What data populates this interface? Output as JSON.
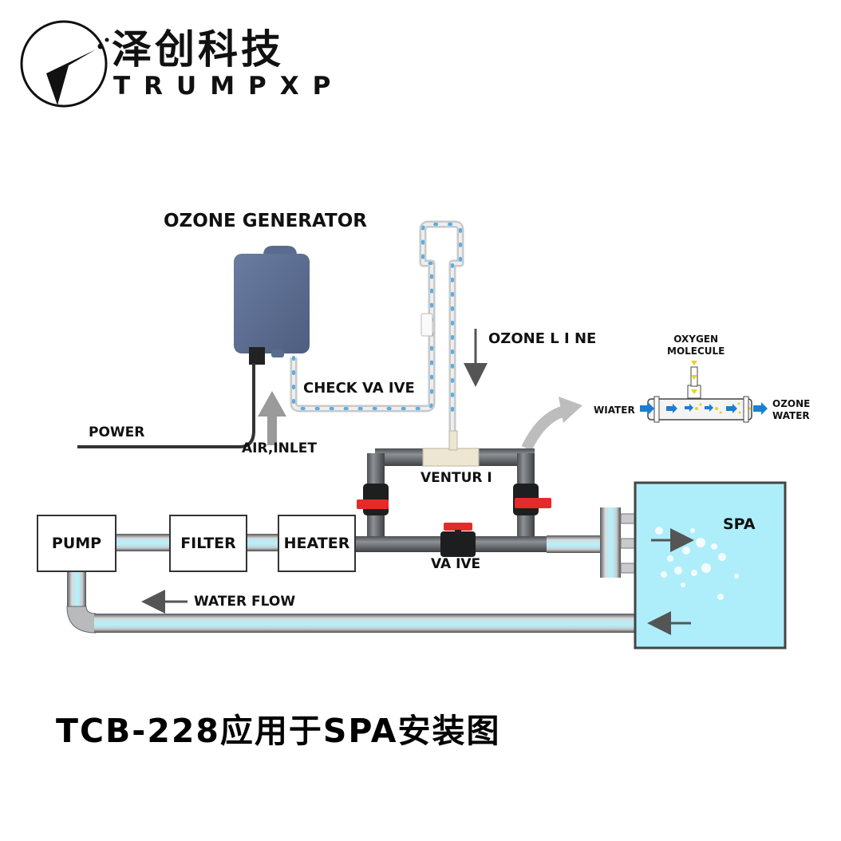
{
  "brand": {
    "name_cn": "泽创科技",
    "name_en": "TRUMPXP",
    "logo_icon": "compass-needle-circle-icon"
  },
  "diagram": {
    "title": "OZONE GENERATOR",
    "labels": {
      "ozone_line": "OZONE L I NE",
      "check_valve": "CHECK VA IVE",
      "power": "POWER",
      "air_inlet": "AIR,INLET",
      "venturi": "VENTUR I",
      "valve": "VA IVE",
      "water_flow": "WATER FLOW",
      "spa": "SPA"
    },
    "components": {
      "pump": "PUMP",
      "filter": "FILTER",
      "heater": "HEATER"
    },
    "venturi_detail": {
      "oxygen_label": "OXYGEN MOLECULE",
      "oxygen_line1": "OXYGEN",
      "oxygen_line2": "MOLECULE",
      "water_in": "WIATER",
      "ozone_out_line1": "OZONE",
      "ozone_out_line2": "WATER"
    },
    "colors": {
      "generator_body": "#5a6c8e",
      "pipe_grey": "#6b6e72",
      "valve_handle": "#e52a2a",
      "spa_water": "#aeeefa",
      "flow_arrow": "#1a7fd1",
      "oxygen_arrow": "#e6d21e"
    }
  },
  "caption": "TCB-228应用于SPA安装图"
}
